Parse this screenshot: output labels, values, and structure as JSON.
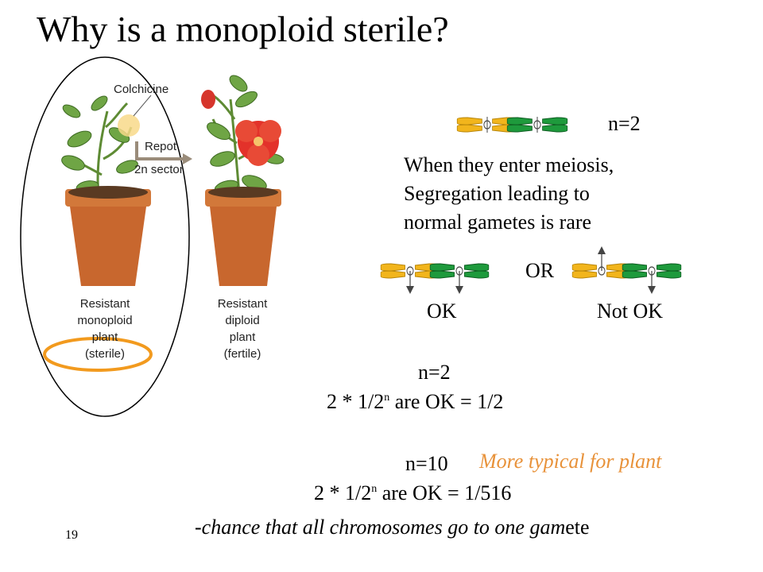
{
  "slide": {
    "title": "Why is a monoploid sterile?",
    "page_number": "19"
  },
  "figure": {
    "colchicine_label": "Colchicine",
    "repot_label": "Repot",
    "sector_label": "2n sector",
    "left_plant_caption": [
      "Resistant",
      "monoploid",
      "plant",
      "(sterile)"
    ],
    "right_plant_caption": [
      "Resistant",
      "diploid",
      "plant",
      "(fertile)"
    ]
  },
  "chromosomes": {
    "n_label": "n=2",
    "meiosis_text": [
      "When they enter meiosis,",
      "Segregation leading to",
      "normal gametes is rare"
    ],
    "or_label": "OR",
    "ok_label": "OK",
    "not_ok_label": "Not OK"
  },
  "calculations": {
    "case1_n": "n=2",
    "case1_formula_prefix": "2 * 1/2",
    "case1_exponent": "n",
    "case1_formula_suffix": " are OK = 1/2",
    "case2_n": "n=10",
    "case2_note": "More typical for plant",
    "case2_formula_prefix": "2 * 1/2",
    "case2_exponent": "n",
    "case2_formula_suffix": " are OK = 1/516",
    "footnote_italic": "-chance that all chromosomes go to one gam",
    "footnote_rest": "ete"
  },
  "colors": {
    "chromosome_yellow": "#F2B51C",
    "chromosome_green": "#1E9A3C",
    "highlight_orange": "#F29A1E",
    "pot_terracotta": "#C8672E",
    "flower_red": "#E3322A",
    "leaf_green": "#6FA545"
  }
}
